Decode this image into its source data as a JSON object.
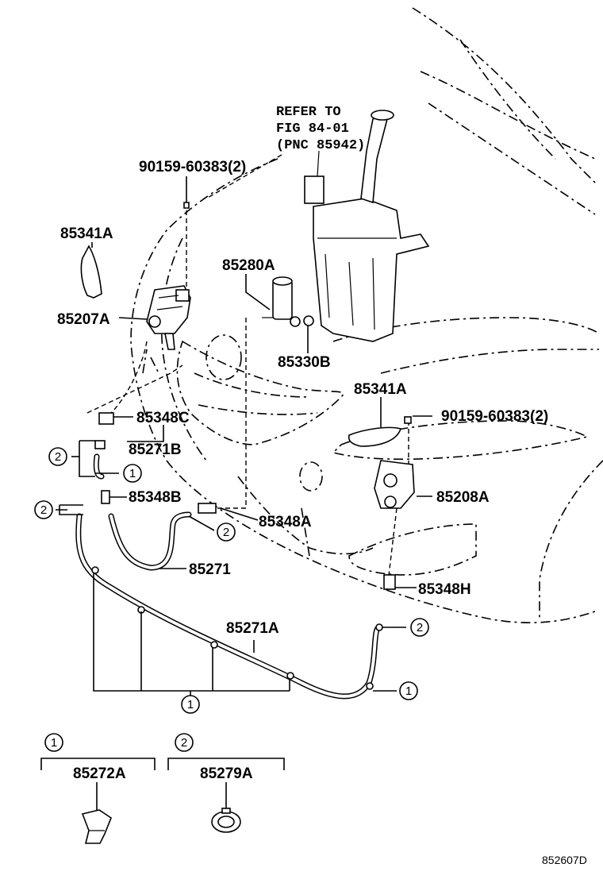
{
  "refer": {
    "line1": "REFER TO",
    "line2": "FIG 84-01",
    "line3": "(PNC 85942)"
  },
  "labels": {
    "bolt_left": "90159-60383(2)",
    "bolt_right": "90159-60383(2)",
    "p85341A_left": "85341A",
    "p85341A_right": "85341A",
    "p85207A": "85207A",
    "p85280A": "85280A",
    "p85330B": "85330B",
    "p85348C": "85348C",
    "p85271B": "85271B",
    "p85348B": "85348B",
    "p85348A": "85348A",
    "p85271": "85271",
    "p85208A": "85208A",
    "p85348H": "85348H",
    "p85271A": "85271A",
    "p85272A": "85272A",
    "p85279A": "85279A"
  },
  "callouts": {
    "one": "1",
    "two": "2"
  },
  "footer_code": "852607D"
}
